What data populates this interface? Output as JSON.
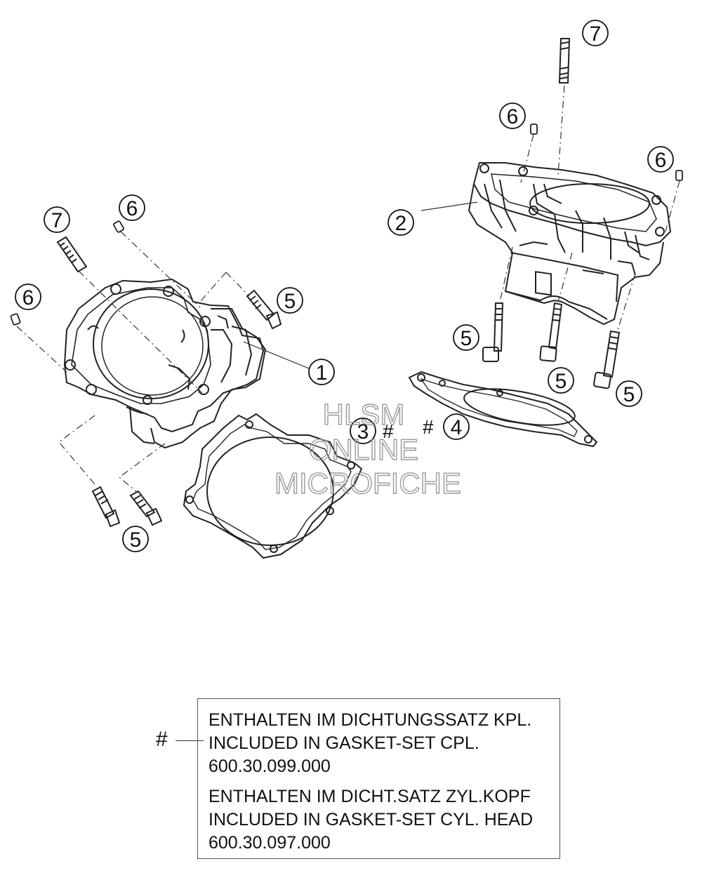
{
  "callouts": [
    {
      "id": "c1",
      "num": "1"
    },
    {
      "id": "c2",
      "num": "2"
    },
    {
      "id": "c3",
      "num": "3"
    },
    {
      "id": "c4",
      "num": "4"
    },
    {
      "id": "c5a",
      "num": "5"
    },
    {
      "id": "c5b",
      "num": "5"
    },
    {
      "id": "c5c",
      "num": "5"
    },
    {
      "id": "c5d",
      "num": "5"
    },
    {
      "id": "c5e",
      "num": "5"
    },
    {
      "id": "c6a",
      "num": "6"
    },
    {
      "id": "c6b",
      "num": "6"
    },
    {
      "id": "c6c",
      "num": "6"
    },
    {
      "id": "c6d",
      "num": "6"
    },
    {
      "id": "c7a",
      "num": "7"
    },
    {
      "id": "c7b",
      "num": "7"
    }
  ],
  "hash_marks": {
    "gasket_3": "#",
    "gasket_4": "#"
  },
  "watermark": {
    "line1": "HLSM",
    "line2": "ONLINE",
    "line3": "MICROFICHE"
  },
  "legend": {
    "symbol": "#",
    "group1": {
      "line1": "ENTHALTEN IM DICHTUNGSSATZ KPL.",
      "line2": "INCLUDED IN GASKET-SET CPL.",
      "line3": "600.30.099.000"
    },
    "group2": {
      "line1": "ENTHALTEN IM DICHT.SATZ ZYL.KOPF",
      "line2": "INCLUDED IN GASKET-SET CYL. HEAD",
      "line3": "600.30.097.000"
    }
  }
}
